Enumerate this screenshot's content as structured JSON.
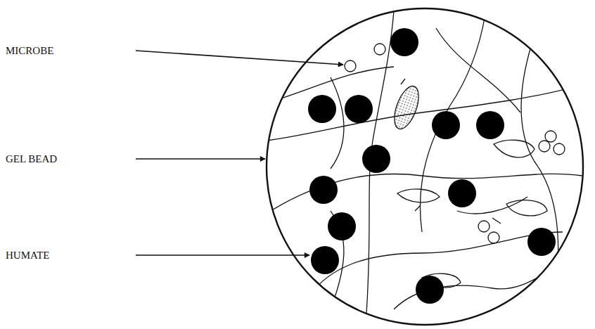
{
  "diagram": {
    "labels": [
      "MICROBE",
      "GEL BEAD",
      "HUMATE"
    ]
  }
}
